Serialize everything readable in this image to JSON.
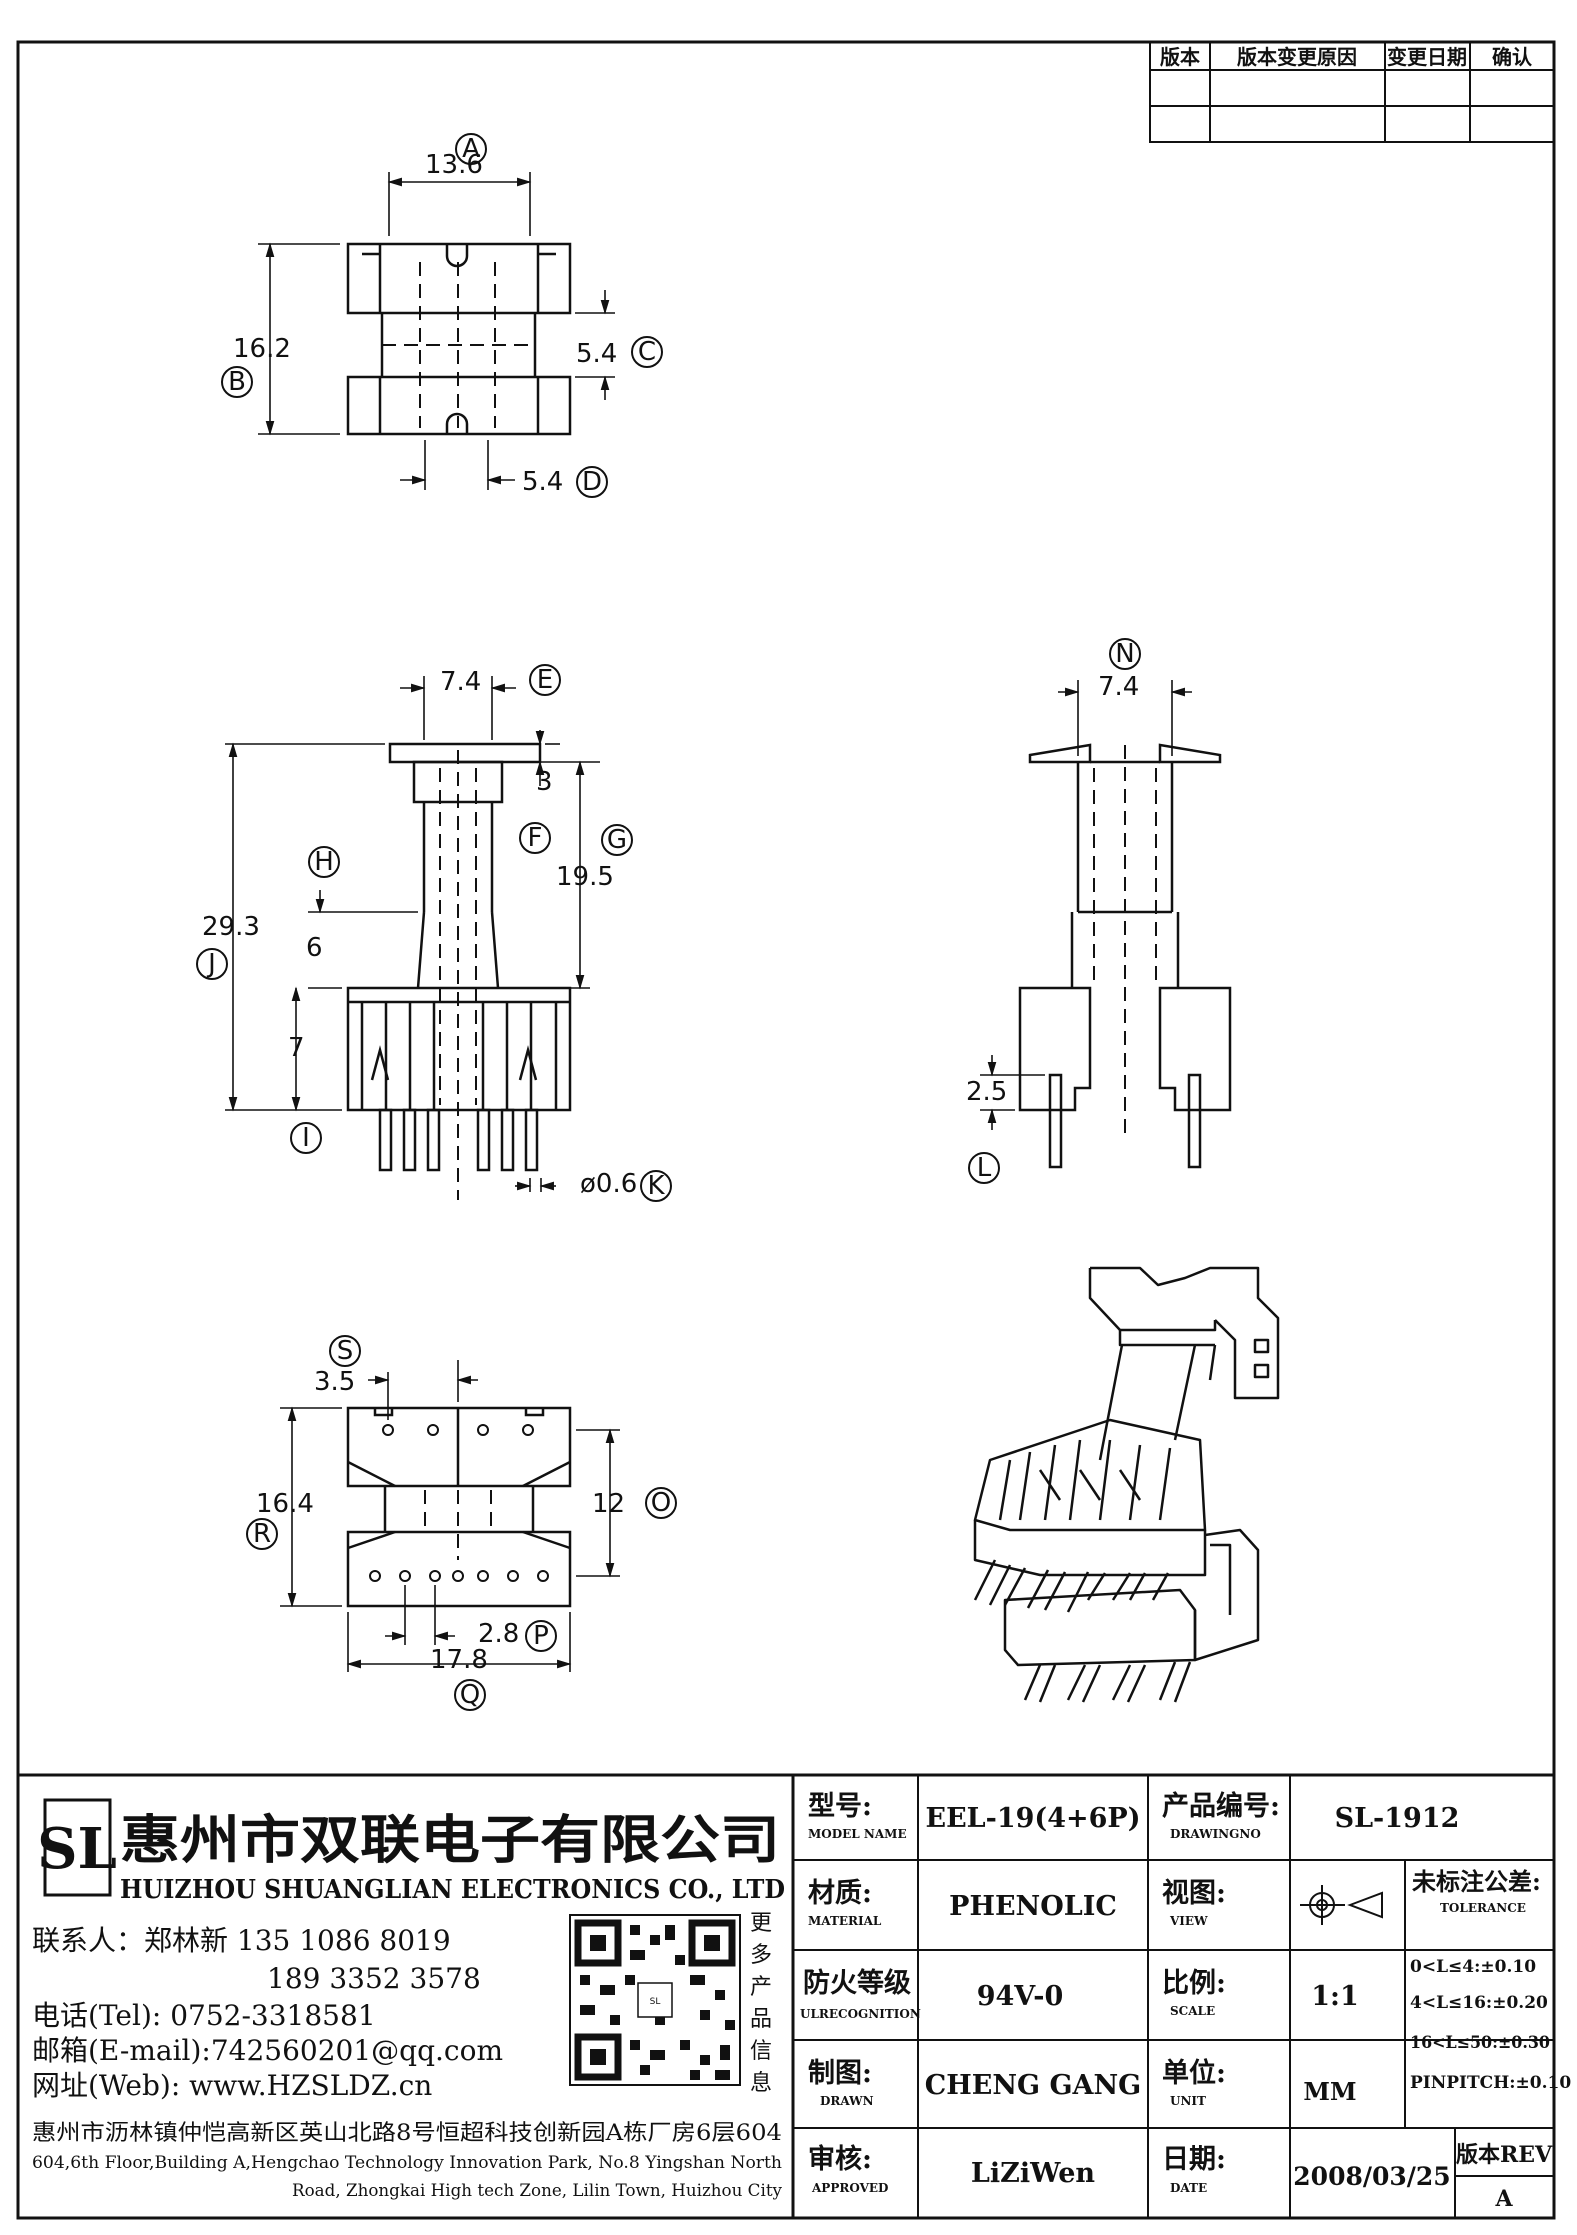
{
  "revision_table": {
    "headers": [
      "版本",
      "版本变更原因",
      "变更日期",
      "确认"
    ]
  },
  "dimensions": {
    "A": "13.6",
    "B": "16.2",
    "C": "5.4",
    "D": "5.4",
    "E": "7.4",
    "F": "3",
    "G": "19.5",
    "H": "6",
    "I": "7",
    "J": "29.3",
    "K": "ø0.6",
    "L": "2.5",
    "N": "7.4",
    "O": "12",
    "P": "2.8",
    "Q": "17.8",
    "R": "16.4",
    "S": "3.5"
  },
  "labels": {
    "A": "A",
    "B": "B",
    "C": "C",
    "D": "D",
    "E": "E",
    "F": "F",
    "G": "G",
    "H": "H",
    "I": "I",
    "J": "J",
    "K": "K",
    "L": "L",
    "N": "N",
    "O": "O",
    "P": "P",
    "Q": "Q",
    "R": "R",
    "S": "S"
  },
  "company": {
    "name_cn": "惠州市双联电子有限公司",
    "name_en": "HUIZHOU SHUANGLIAN ELECTRONICS CO., LTD",
    "logo_text": "SL",
    "contact_line": "联系人：郑林新  135 1086 8019",
    "contact_line2": "189 3352 3578",
    "tel": "电话(Tel): 0752-3318581",
    "email": "邮箱(E-mail):742560201@qq.com",
    "web": "网址(Web): www.HZSLDZ.cn",
    "address_cn": "惠州市沥林镇仲恺高新区英山北路8号恒超科技创新园A栋厂房6层604",
    "address_en_1": "604,6th Floor,Building A,Hengchao Technology Innovation Park, No.8 Yingshan North",
    "address_en_2": "Road, Zhongkai High tech Zone, Lilin Town, Huizhou City",
    "qr_side": [
      "更",
      "多",
      "产",
      "品",
      "信",
      "息"
    ]
  },
  "title_block": {
    "model_label_cn": "型号:",
    "model_label_en": "MODEL NAME",
    "model_value": "EEL-19(4+6P)",
    "drawing_label_cn": "产品编号:",
    "drawing_label_en": "DRAWINGNO",
    "drawing_value": "SL-1912",
    "material_label_cn": "材质:",
    "material_label_en": "MATERIAL",
    "material_value": "PHENOLIC",
    "view_label_cn": "视图:",
    "view_label_en": "VIEW",
    "tolerance_label_cn": "未标注公差:",
    "tolerance_label_en": "TOLERANCE",
    "tolerances": [
      "0<L≤4:±0.10",
      "4<L≤16:±0.20",
      "16<L≤50:±0.30",
      "PINPITCH:±0.10"
    ],
    "fire_label_cn": "防火等级",
    "fire_label_en": "ULRECOGNITION",
    "fire_value": "94V-0",
    "scale_label_cn": "比例:",
    "scale_label_en": "SCALE",
    "scale_value": "1:1",
    "drawn_label_cn": "制图:",
    "drawn_label_en": "DRAWN",
    "drawn_value": "CHENG GANG",
    "unit_label_cn": "单位:",
    "unit_label_en": "UNIT",
    "unit_value": "MM",
    "approved_label_cn": "审核:",
    "approved_label_en": "APPROVED",
    "approved_value": "LiZiWen",
    "date_label_cn": "日期:",
    "date_label_en": "DATE",
    "date_value": "2008/03/25",
    "rev_label": "版本REV",
    "rev_value": "A"
  },
  "colors": {
    "ink": "#111111",
    "paper": "#ffffff"
  }
}
